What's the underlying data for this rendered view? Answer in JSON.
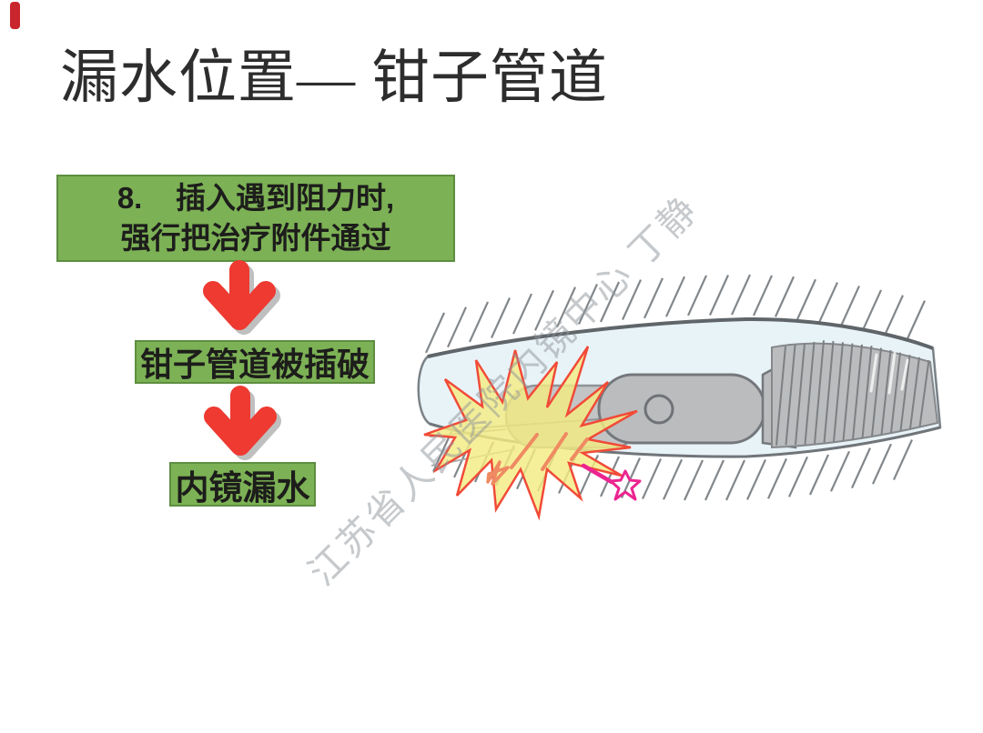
{
  "slide": {
    "title": "漏水位置— 钳子管道",
    "flowchart": {
      "step1_line1": "8.    插入遇到阻力时,",
      "step1_line2": "强行把治疗附件通过",
      "step2": "钳子管道被插破",
      "step3": "内镜漏水"
    },
    "watermark": "江苏省人民医院内镜中心 丁静",
    "colors": {
      "title_black": "#2d2d2d",
      "text_dark": "#1d1d1b",
      "corner_red": "#c9252c",
      "box_green": "#7cb155",
      "box_border": "#5e8e41",
      "arrow_red": "#ee3a31",
      "arrow_shadow": "#a9a9a9",
      "burst_yellow": "#f4eb82",
      "burst_outline": "#f14b38",
      "magenta": "#ec2490",
      "orange": "#ef8a62",
      "tube_blue": "#e8f3f8",
      "tube_outline": "#5f6569",
      "scope_gray": "#babcbe",
      "scope_outline": "#74777b",
      "hatch_gray": "#82878b",
      "watermark_gray": "#8f959a"
    }
  }
}
